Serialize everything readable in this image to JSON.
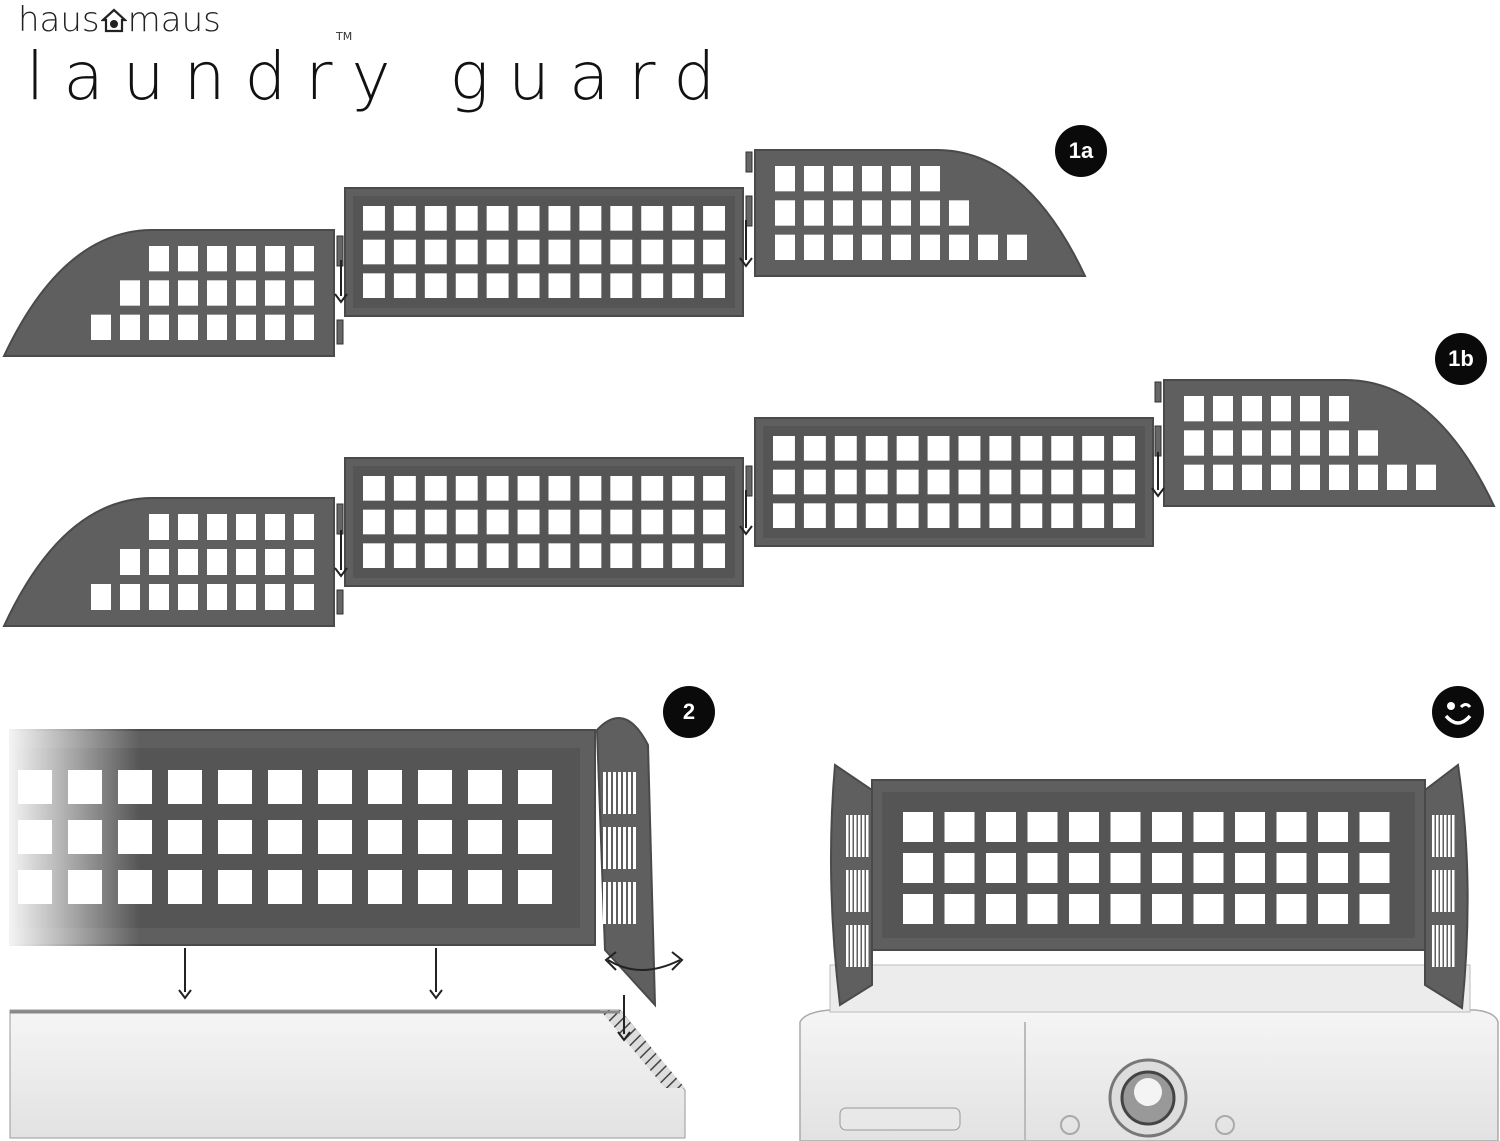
{
  "brand": {
    "left": "haus",
    "right": "maus",
    "tm": "TM",
    "logo_icon": "house-icon"
  },
  "title": "laundry guard",
  "steps": [
    {
      "label": "1a"
    },
    {
      "label": "1b"
    },
    {
      "label": "2"
    },
    {
      "label": "",
      "icon": "wink-smiley-icon"
    }
  ],
  "colors": {
    "panel": "#5f5f5f",
    "panel_dark": "#4a4a4a",
    "badge": "#0a0a0a",
    "washer": "#f2f2f2"
  }
}
